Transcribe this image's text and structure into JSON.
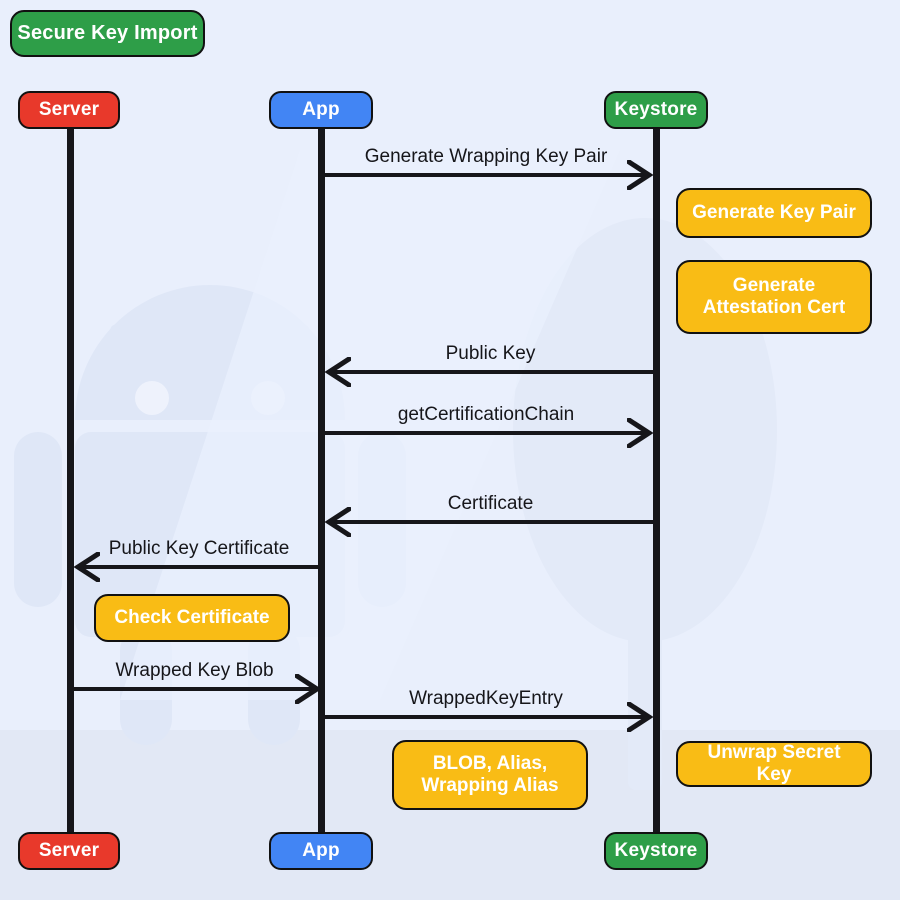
{
  "diagram": {
    "title": "Secure Key Import",
    "type": "sequence-diagram",
    "background_color": "#e8eefb",
    "watermark": "android-robot-and-tree"
  },
  "colors": {
    "title_box": "#2e9e48",
    "server": "#e8392b",
    "app": "#4285f4",
    "keystore": "#2e9e48",
    "note": "#f9bc15",
    "line": "#16161a",
    "note_text": "#ffffff"
  },
  "participants": [
    {
      "id": "server",
      "label": "Server",
      "color_key": "server"
    },
    {
      "id": "app",
      "label": "App",
      "color_key": "app"
    },
    {
      "id": "keystore",
      "label": "Keystore",
      "color_key": "keystore"
    }
  ],
  "participants_bottom": [
    {
      "id": "server",
      "label": "Server"
    },
    {
      "id": "app",
      "label": "App"
    },
    {
      "id": "keystore",
      "label": "Keystore"
    }
  ],
  "messages": [
    {
      "id": "m1",
      "label": "Generate Wrapping Key Pair",
      "from": "app",
      "to": "keystore",
      "direction": "right"
    },
    {
      "id": "m2",
      "label": "Public Key",
      "from": "keystore",
      "to": "app",
      "direction": "left"
    },
    {
      "id": "m3",
      "label": "getCertificationChain",
      "from": "app",
      "to": "keystore",
      "direction": "right"
    },
    {
      "id": "m4",
      "label": "Certificate",
      "from": "keystore",
      "to": "app",
      "direction": "left"
    },
    {
      "id": "m5",
      "label": "Public Key Certificate",
      "from": "app",
      "to": "server",
      "direction": "left"
    },
    {
      "id": "m6",
      "label": "Wrapped Key Blob",
      "from": "server",
      "to": "app",
      "direction": "right"
    },
    {
      "id": "m7",
      "label": "WrappedKeyEntry",
      "from": "app",
      "to": "keystore",
      "direction": "right"
    }
  ],
  "notes": [
    {
      "id": "n1",
      "label": "Generate Key Pair",
      "lines": [
        "Generate Key Pair"
      ],
      "on": "keystore"
    },
    {
      "id": "n2",
      "label": "Generate Attestation Cert",
      "lines": [
        "Generate",
        "Attestation Cert"
      ],
      "on": "keystore"
    },
    {
      "id": "n3",
      "label": "Check Certificate",
      "lines": [
        "Check Certificate"
      ],
      "on": "server"
    },
    {
      "id": "n4",
      "label": "BLOB, Alias, Wrapping Alias",
      "lines": [
        "BLOB, Alias,",
        "Wrapping Alias"
      ],
      "on": "app"
    },
    {
      "id": "n5",
      "label": "Unwrap Secret Key",
      "lines": [
        "Unwrap Secret Key"
      ],
      "on": "keystore"
    }
  ]
}
